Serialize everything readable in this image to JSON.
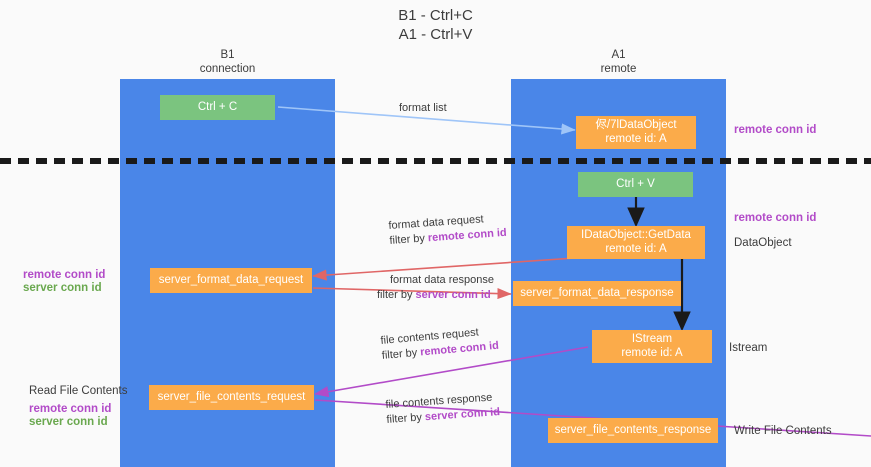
{
  "title": {
    "line1": "B1 - Ctrl+C",
    "line2": "A1 - Ctrl+V"
  },
  "lanes": [
    {
      "id": "b1",
      "name": "B1",
      "role": "connection"
    },
    {
      "id": "a1",
      "name": "A1",
      "role": "remote"
    }
  ],
  "colors": {
    "lane": "#4a86e8",
    "green_box": "#7bc47f",
    "orange_box": "#fbab4a",
    "remote_conn_id": "#b24bc8",
    "server_conn_id": "#6aa84f",
    "arrow_format_list": "#9fc5f8",
    "arrow_black": "#1a1a1a",
    "arrow_red": "#e06666",
    "arrow_magenta": "#b24bc8",
    "divider": "#1a1a1a",
    "background": "#fafafa"
  },
  "nodes": {
    "ctrl_c": {
      "label": "Ctrl + C",
      "style": "green"
    },
    "idataobject": {
      "line1": "侭/7lDataObject",
      "line2": "remote id: A",
      "style": "orange"
    },
    "ctrl_v": {
      "label": "Ctrl + V",
      "style": "green"
    },
    "getdata": {
      "line1": "IDataObject::GetData",
      "line2": "remote id: A",
      "style": "orange"
    },
    "fmt_request": {
      "label": "server_format_data_request",
      "style": "orange"
    },
    "fmt_response": {
      "label": "server_format_data_response",
      "style": "orange"
    },
    "istream": {
      "line1": "IStream",
      "line2": "remote id: A",
      "style": "orange"
    },
    "file_request": {
      "label": "server_file_contents_request",
      "style": "orange"
    },
    "file_response": {
      "label": "server_file_contents_response",
      "style": "orange"
    }
  },
  "edge_labels": {
    "format_list": "format list",
    "format_data_request": "format data request",
    "format_data_response": "format data response",
    "file_contents_request": "file contents request",
    "file_contents_response": "file contents response",
    "filter_by": "filter by ",
    "remote_conn_id": "remote conn id",
    "server_conn_id": "server conn id"
  },
  "side_labels": {
    "right_remote_conn_id_top": "remote conn id",
    "right_remote_conn_id_mid": "remote conn id",
    "right_dataobject": "DataObject",
    "right_istream": "Istream",
    "right_write_file_contents": "Write File Contents",
    "left_remote_conn_id": "remote conn id",
    "left_server_conn_id": "server conn id",
    "left_read_file_contents": "Read File Contents",
    "left_remote_conn_id_2": "remote conn id",
    "left_server_conn_id_2": "server conn id"
  }
}
